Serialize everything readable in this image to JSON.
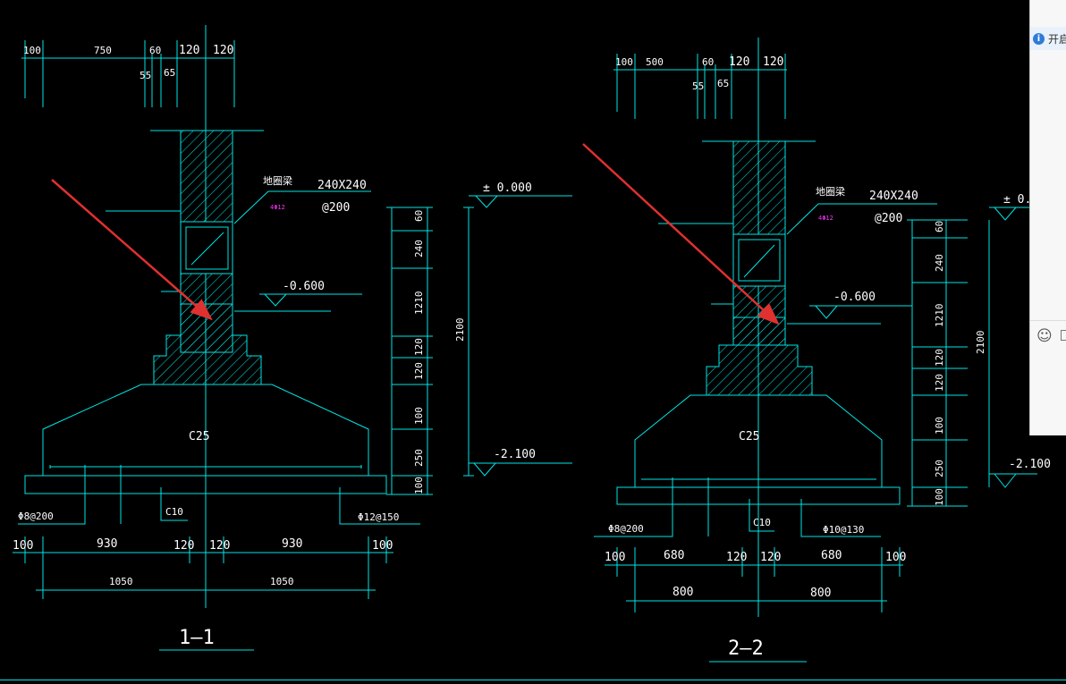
{
  "app": {
    "panel_header_text": "开启"
  },
  "section_1": {
    "title": "1—1",
    "top_dims": [
      "100",
      "750",
      "60",
      "120",
      "120"
    ],
    "top_small_dims": [
      "55",
      "65"
    ],
    "beam_label": "地圈梁",
    "beam_size": "240X240",
    "beam_rebar": "4Φ12",
    "beam_stirrup": "@200",
    "level_top": "± 0.000",
    "level_mid": "-0.600",
    "level_bottom": "-2.100",
    "concrete": "C25",
    "cushion": "C10",
    "rebar_left": "Φ8@200",
    "rebar_right": "Φ12@150",
    "vertical_dims": [
      "60",
      "240",
      "1210",
      "120",
      "120",
      "100",
      "250",
      "100"
    ],
    "vertical_total": "2100",
    "bottom_dims_1": [
      "100",
      "930",
      "120",
      "120",
      "930",
      "100"
    ],
    "bottom_dims_2": [
      "1050",
      "1050"
    ]
  },
  "section_2": {
    "title": "2—2",
    "top_dims": [
      "100",
      "500",
      "60",
      "120",
      "120"
    ],
    "top_small_dims": [
      "55",
      "65"
    ],
    "beam_label": "地圈梁",
    "beam_size": "240X240",
    "beam_rebar": "4Φ12",
    "beam_stirrup": "@200",
    "level_top": "± 0.",
    "level_mid": "-0.600",
    "level_bottom": "-2.100",
    "concrete": "C25",
    "cushion": "C10",
    "rebar_left": "Φ8@200",
    "rebar_right": "Φ10@130",
    "vertical_dims": [
      "60",
      "240",
      "1210",
      "120",
      "120",
      "100",
      "250",
      "100"
    ],
    "vertical_total": "2100",
    "bottom_dims_1": [
      "100",
      "680",
      "120",
      "120",
      "680",
      "100"
    ],
    "bottom_dims_2": [
      "800",
      "800"
    ]
  },
  "colors": {
    "background": "#000000",
    "line": "#00e5e5",
    "arrow": "#e03030",
    "magenta": "#ff33ff"
  }
}
